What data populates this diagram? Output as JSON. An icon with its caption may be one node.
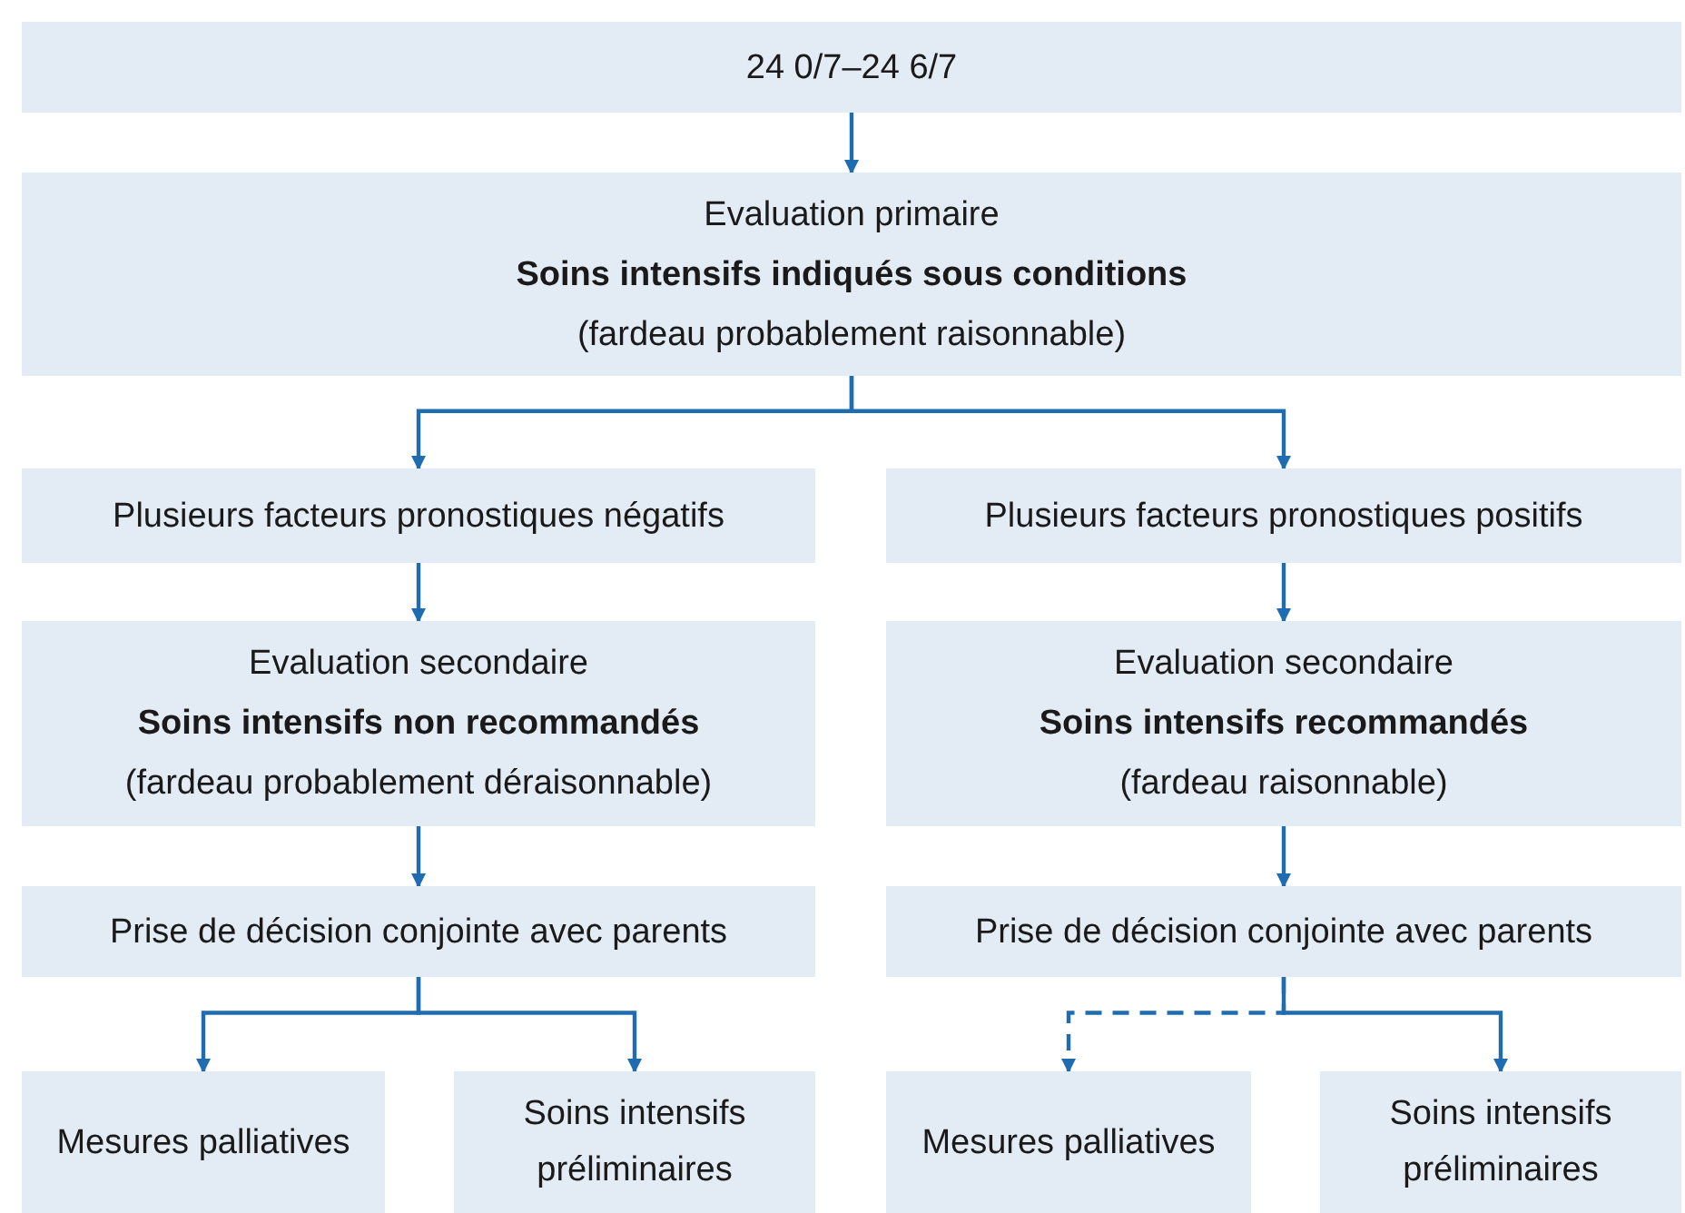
{
  "diagram": {
    "nodes": [
      {
        "text": [
          "24 0/7–24 6/7"
        ]
      },
      {
        "text": [
          "Evaluation primaire",
          "Soins intensifs indiqués sous conditions",
          "(fardeau probablement raisonnable)"
        ]
      },
      {
        "text": [
          "Plusieurs facteurs pronostiques négatifs"
        ]
      },
      {
        "text": [
          "Plusieurs facteurs pronostiques positifs"
        ]
      },
      {
        "text": [
          "Evaluation secondaire",
          "Soins intensifs non recommandés",
          "(fardeau probablement déraisonnable)"
        ]
      },
      {
        "text": [
          "Evaluation secondaire",
          "Soins intensifs recommandés",
          "(fardeau raisonnable)"
        ]
      },
      {
        "text": [
          "Prise de décision conjointe avec parents"
        ]
      },
      {
        "text": [
          "Prise de décision conjointe avec parents"
        ]
      },
      {
        "text": [
          "Mesures palliatives"
        ]
      },
      {
        "text": [
          "Soins intensifs préliminaires"
        ]
      },
      {
        "text": [
          "Mesures palliatives"
        ]
      },
      {
        "text": [
          "Soins intensifs préliminaires"
        ]
      }
    ],
    "edges": [
      {
        "from": 0,
        "to": 1,
        "arrow": "to"
      },
      {
        "from": 1,
        "to": 2,
        "arrow": "to"
      },
      {
        "from": 1,
        "to": 3,
        "arrow": "to"
      },
      {
        "from": 2,
        "to": 4,
        "arrow": "to"
      },
      {
        "from": 3,
        "to": 5,
        "arrow": "to"
      },
      {
        "from": 4,
        "to": 6,
        "arrow": "to"
      },
      {
        "from": 5,
        "to": 7,
        "arrow": "to"
      },
      {
        "from": 6,
        "to": 8,
        "arrow": "to"
      },
      {
        "from": 6,
        "to": 9,
        "arrow": "to"
      },
      {
        "from": 7,
        "to": 10,
        "arrow": "to",
        "style": "dashed"
      },
      {
        "from": 7,
        "to": 11,
        "arrow": "to"
      }
    ]
  }
}
